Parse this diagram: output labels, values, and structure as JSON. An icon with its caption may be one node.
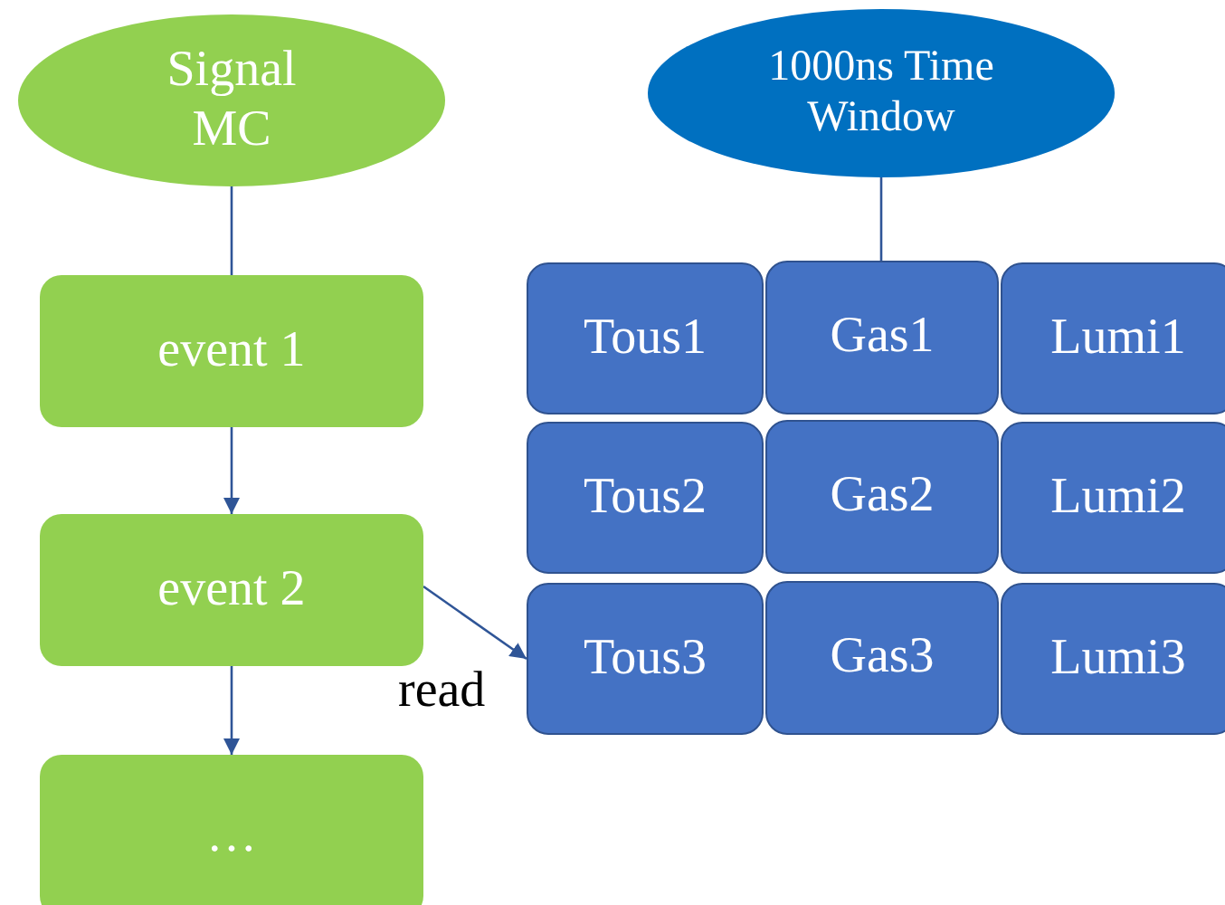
{
  "diagram": {
    "nodes": [
      {
        "text": [
          "Signal MC"
        ]
      },
      {
        "text": [
          "event 1"
        ]
      },
      {
        "text": [
          "event 2"
        ]
      },
      {
        "text": [
          "…"
        ]
      },
      {
        "text": [
          "1000ns Time Window"
        ]
      },
      {
        "text": [
          "Tous1"
        ]
      },
      {
        "text": [
          "Gas1"
        ]
      },
      {
        "text": [
          "Lumi1"
        ]
      },
      {
        "text": [
          "Tous2"
        ]
      },
      {
        "text": [
          "Gas2"
        ]
      },
      {
        "text": [
          "Lumi2"
        ]
      },
      {
        "text": [
          "Tous3"
        ]
      },
      {
        "text": [
          "Gas3"
        ]
      },
      {
        "text": [
          "Lumi3"
        ]
      }
    ],
    "edges": [
      {
        "from": 0,
        "to": 1,
        "arrow": "none"
      },
      {
        "from": 1,
        "to": 2,
        "arrow": "to"
      },
      {
        "from": 2,
        "to": 3,
        "arrow": "to"
      },
      {
        "from": 4,
        "to": 6,
        "arrow": "none"
      },
      {
        "from": 2,
        "to": 11,
        "arrow": "to",
        "label": "read"
      }
    ]
  }
}
